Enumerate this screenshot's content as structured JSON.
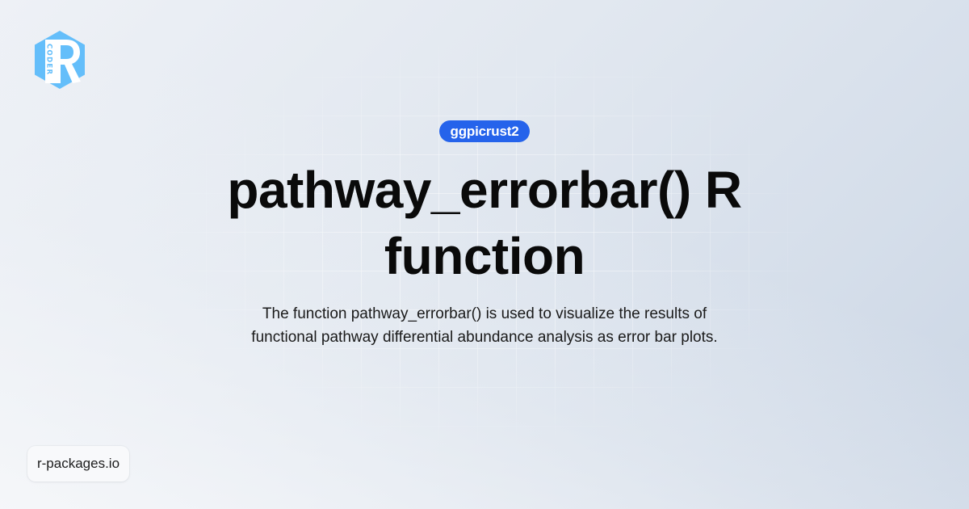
{
  "brand": {
    "logo_icon": "r-coder-hexagon-logo",
    "logo_letter": "R",
    "logo_subtext": "CODER",
    "logo_color": "#64BEFA"
  },
  "badge": {
    "label": "ggpicrust2",
    "color": "#2563EB"
  },
  "main": {
    "title_line1": "pathway_errorbar() R",
    "title_line2": "function",
    "description": "The function pathway_errorbar() is used to visualize the results of functional pathway differential abundance analysis as error bar plots."
  },
  "footer": {
    "site_label": "r-packages.io"
  },
  "colors": {
    "background_start": "#EEF1F6",
    "background_end": "#CAD5E4",
    "text": "#0A0A0A"
  }
}
